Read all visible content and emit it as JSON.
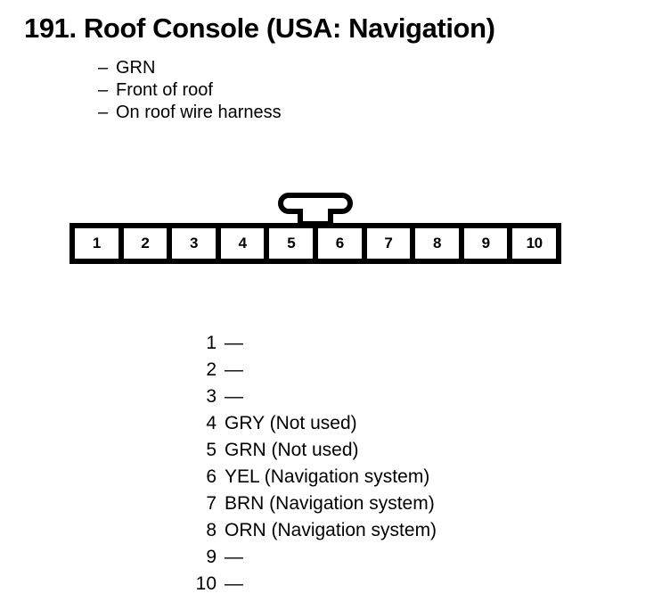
{
  "title": "191.  Roof Console (USA: Navigation)",
  "bullets": [
    {
      "dash": "–",
      "text": "GRN"
    },
    {
      "dash": "–",
      "text": "Front of roof"
    },
    {
      "dash": "–",
      "text": "On roof wire harness"
    }
  ],
  "connector": {
    "pin_count": 10,
    "pins": [
      "1",
      "2",
      "3",
      "4",
      "5",
      "6",
      "7",
      "8",
      "9",
      "10"
    ],
    "latch": "latch-tab"
  },
  "pinlist": [
    {
      "num": "1",
      "desc": "—"
    },
    {
      "num": "2",
      "desc": "—"
    },
    {
      "num": "3",
      "desc": "—"
    },
    {
      "num": "4",
      "desc": "GRY (Not used)"
    },
    {
      "num": "5",
      "desc": "GRN (Not used)"
    },
    {
      "num": "6",
      "desc": "YEL (Navigation system)"
    },
    {
      "num": "7",
      "desc": "BRN (Navigation system)"
    },
    {
      "num": "8",
      "desc": "ORN (Navigation system)"
    },
    {
      "num": "9",
      "desc": "—"
    },
    {
      "num": "10",
      "desc": "—"
    }
  ]
}
